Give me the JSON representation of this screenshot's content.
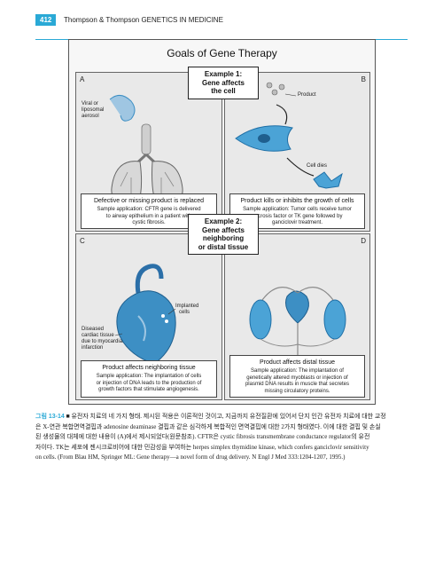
{
  "header": {
    "page_number": "412",
    "running_title": "Thompson & Thompson GENETICS IN MEDICINE"
  },
  "figure": {
    "title": "Goals of Gene Therapy",
    "example1": {
      "line1": "Example 1:",
      "line2": "Gene affects",
      "line3": "the cell"
    },
    "example2": {
      "line1": "Example 2:",
      "line2": "Gene affects",
      "line3": "neighboring",
      "line4": "or distal tissue"
    },
    "panels": {
      "A": {
        "letter": "A",
        "label_vector1": "Viral or",
        "label_vector2": "liposomal",
        "label_vector3": "aerosol",
        "heading": "Defective or missing product is replaced",
        "sample1": "Sample application: CFTR gene is delivered",
        "sample2": "to airway epithelium in a patient with",
        "sample3": "cystic fibrosis."
      },
      "B": {
        "letter": "B",
        "label_product": "Product",
        "label_celldies": "Cell dies",
        "heading": "Product kills or inhibits the growth of cells",
        "sample1": "Sample application: Tumor cells receive tumor",
        "sample2": "necrosis factor or TK gene followed by",
        "sample3": "ganciclovir treatment."
      },
      "C": {
        "letter": "C",
        "label_implanted1": "Implanted",
        "label_implanted2": "cells",
        "label_diseased1": "Diseased",
        "label_diseased2": "cardiac tissue",
        "label_diseased3": "due to myocardial",
        "label_diseased4": "infarction",
        "heading": "Product affects neighboring tissue",
        "sample1": "Sample application: The implantation of cells",
        "sample2": "or injection of DNA leads to the production of",
        "sample3": "growth factors that stimulate angiogenesis."
      },
      "D": {
        "letter": "D",
        "heading": "Product affects distal tissue",
        "sample1": "Sample application: The implantation of",
        "sample2": "genetically altered myoblasts or injection of",
        "sample3": "plasmid DNA results in muscle that secretes",
        "sample4": "missing circulatory proteins."
      }
    }
  },
  "caption": {
    "label": "그림 13-14",
    "line1": "■ 유전자 치료의 네 가지 형태. 제시된 적용은 이론적인 것이고, 지금까지 유전질환에 있어서 단지 인간 유전자 치료에 대한 교정",
    "line2": "은 X-연관 복합면역결핍과 adenosine deaminase 결핍과 같은 심각하게 복합적인 면역결핍에 대한 2가지 형태였다. 이에 대한 결핍 및 손실",
    "line3": "된 생성물의 대체에 대한 내용이 (A)에서 제시되었다(원문참조). CFTR은 cystic fibrosis transmembrane conductance regulator의 유전",
    "line4": "자이다. TK는 세포에 젠시크로비어에 대한 민감성을 부여하는 herpes simplex thymidine kinase, which confers ganciclovir sensitivity",
    "line5": "on cells. (From Blau HM, Springer ML: Gene therapy—a novel form of drug delivery. N Engl J Med 333:1204-1207, 1995.)"
  },
  "colors": {
    "accent": "#2aa9d6",
    "organ_blue": "#3d8fc4",
    "panel_gray": "#e9e9e9"
  }
}
